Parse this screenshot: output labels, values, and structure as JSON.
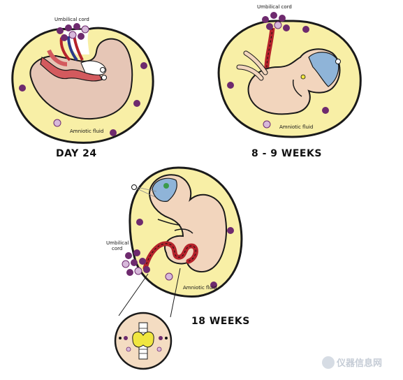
{
  "labels": {
    "umbilical_cord": "Umbilical cord",
    "amniotic_fluid": "Amniotic fluid",
    "umbilical_cord_line1": "Umbilical",
    "umbilical_cord_line2": "cord"
  },
  "stages": [
    "DAY 24",
    "8 - 9 WEEKS",
    "18 WEEKS"
  ],
  "watermark": "仪器信息网",
  "colors": {
    "amniotic_sac": "#f8efa6",
    "sac_outline": "#1a1a1a",
    "fetus_skin": "#f2d5bd",
    "embryo_skin": "#e6c6b6",
    "cord_red": "#b5232b",
    "vessel_blue": "#2a3a8a",
    "dots_purple": "#6e2a6e",
    "dots_lilac": "#d7b8da",
    "brain_blue": "#8fb4d8",
    "gland_yellow": "#f0e640",
    "zoom_bg": "#f4dcc2"
  }
}
